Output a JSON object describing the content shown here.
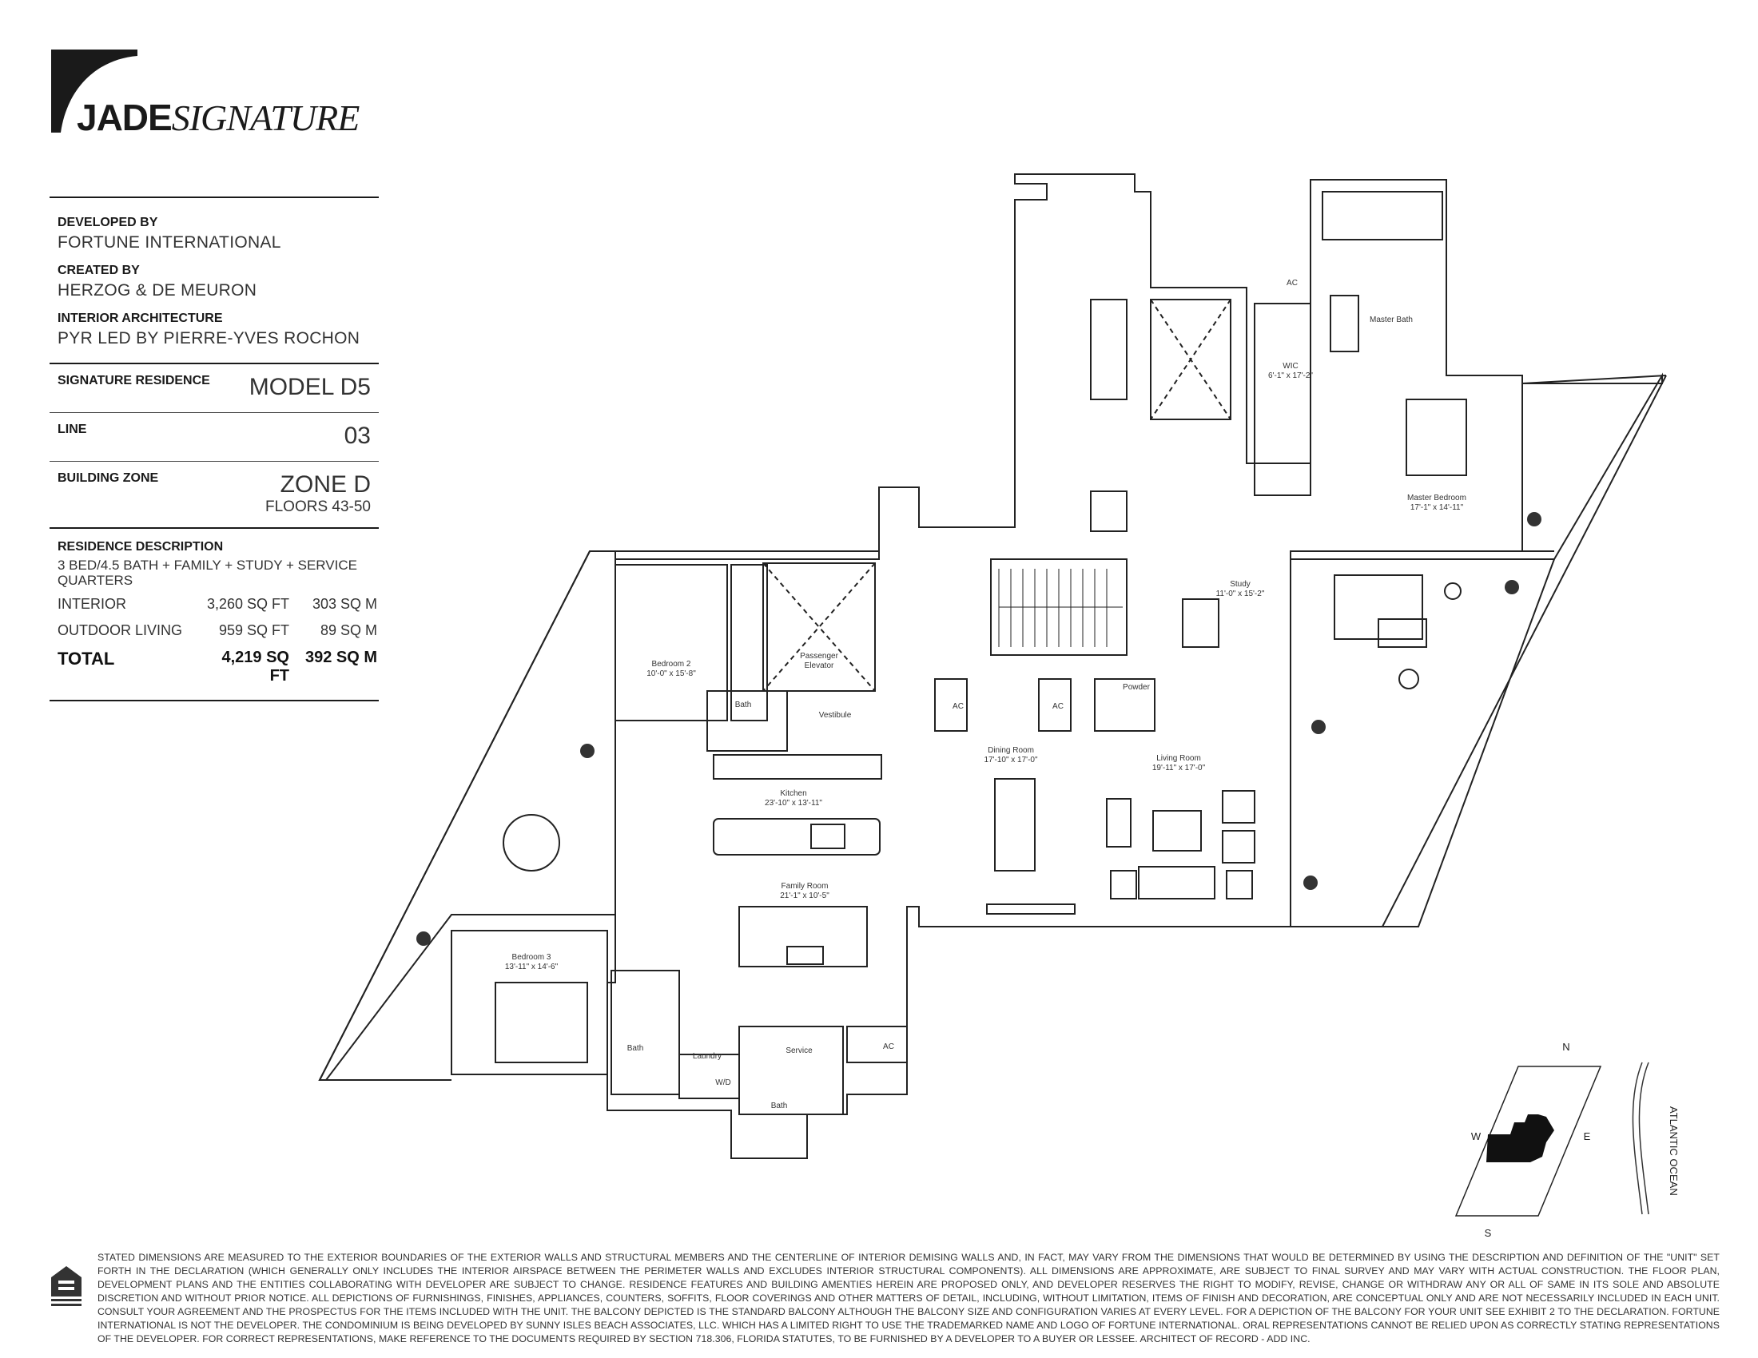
{
  "brand": {
    "name_bold": "JADE",
    "name_script": "SIGNATURE"
  },
  "credits": [
    {
      "label": "DEVELOPED BY",
      "value": "FORTUNE INTERNATIONAL"
    },
    {
      "label": "CREATED BY",
      "value": "HERZOG & DE MEURON"
    },
    {
      "label": "INTERIOR ARCHITECTURE",
      "value": "PYR LED BY PIERRE-YVES ROCHON"
    }
  ],
  "residence": {
    "label": "SIGNATURE RESIDENCE",
    "value": "MODEL D5"
  },
  "line": {
    "label": "LINE",
    "value": "03"
  },
  "zone": {
    "label": "BUILDING ZONE",
    "value": "ZONE D",
    "floors": "FLOORS 43-50"
  },
  "description": {
    "label": "RESIDENCE DESCRIPTION",
    "text": "3 BED/4.5 BATH + FAMILY + STUDY + SERVICE QUARTERS",
    "rows": [
      {
        "name": "INTERIOR",
        "sqft": "3,260 SQ FT",
        "sqm": "303 SQ M"
      },
      {
        "name": "OUTDOOR LIVING",
        "sqft": "959 SQ FT",
        "sqm": "89 SQ M"
      }
    ],
    "total": {
      "name": "TOTAL",
      "sqft": "4,219 SQ FT",
      "sqm": "392 SQ M"
    }
  },
  "rooms": {
    "bedroom2": {
      "name": "Bedroom 2",
      "dims": "10'-0\" x 15'-8\""
    },
    "elevator": {
      "name": "Passenger",
      "name2": "Elevator"
    },
    "bath_b2": "Bath",
    "vestibule": "Vestibule",
    "kitchen": {
      "name": "Kitchen",
      "dims": "23'-10\" x 13'-11\""
    },
    "family": {
      "name": "Family Room",
      "dims": "21'-1\" x 10'-5\""
    },
    "bedroom3": {
      "name": "Bedroom 3",
      "dims": "13'-11\" x 14'-6\""
    },
    "bath_b3": "Bath",
    "laundry": "Laundry",
    "wd": "W/D",
    "service": "Service",
    "bath_service": "Bath",
    "ac_service": "AC",
    "dining": {
      "name": "Dining Room",
      "dims": "17'-10\" x 17'-0\""
    },
    "living": {
      "name": "Living Room",
      "dims": "19'-11\" x 17'-0\""
    },
    "study": {
      "name": "Study",
      "dims": "11'-0\" x 15'-2\""
    },
    "powder": "Powder",
    "ac1": "AC",
    "ac2": "AC",
    "ac_master": "AC",
    "wic": {
      "name": "WIC",
      "dims": "6'-1\" x 17'-2\""
    },
    "master_bath": "Master Bath",
    "master_bed": {
      "name": "Master Bedroom",
      "dims": "17'-1\" x 14'-11\""
    }
  },
  "compass": {
    "n": "N",
    "s": "S",
    "e": "E",
    "w": "W",
    "ocean": "ATLANTIC OCEAN"
  },
  "disclaimer": "STATED DIMENSIONS ARE MEASURED TO THE EXTERIOR BOUNDARIES OF THE EXTERIOR WALLS AND STRUCTURAL MEMBERS AND THE CENTERLINE OF INTERIOR DEMISING WALLS AND, IN FACT, MAY VARY FROM THE DIMENSIONS THAT WOULD BE DETERMINED BY USING THE DESCRIPTION AND DEFINITION OF THE \"UNIT\" SET FORTH IN THE DECLARATION (WHICH GENERALLY ONLY INCLUDES THE INTERIOR AIRSPACE BETWEEN THE PERIMETER WALLS AND EXCLUDES INTERIOR STRUCTURAL COMPONENTS). ALL DIMENSIONS ARE APPROXIMATE, ARE SUBJECT TO FINAL SURVEY AND MAY VARY WITH ACTUAL CONSTRUCTION. THE FLOOR PLAN, DEVELOPMENT PLANS AND THE ENTITIES COLLABORATING WITH DEVELOPER ARE SUBJECT TO CHANGE. RESIDENCE FEATURES AND BUILDING AMENTIES HEREIN ARE PROPOSED ONLY, AND DEVELOPER RESERVES THE RIGHT TO MODIFY, REVISE, CHANGE OR WITHDRAW ANY OR ALL OF SAME IN ITS SOLE AND ABSOLUTE DISCRETION AND WITHOUT PRIOR NOTICE. ALL DEPICTIONS OF FURNISHINGS, FINISHES, APPLIANCES, COUNTERS, SOFFITS, FLOOR COVERINGS AND OTHER MATTERS OF DETAIL, INCLUDING, WITHOUT LIMITATION, ITEMS OF FINISH AND DECORATION, ARE CONCEPTUAL ONLY AND ARE NOT NECESSARILY INCLUDED IN EACH UNIT. CONSULT YOUR AGREEMENT AND THE PROSPECTUS FOR THE ITEMS INCLUDED WITH THE UNIT. THE BALCONY DEPICTED IS THE STANDARD BALCONY ALTHOUGH THE BALCONY SIZE AND CONFIGURATION VARIES AT EVERY LEVEL. FOR A DEPICTION OF THE BALCONY FOR YOUR UNIT SEE EXHIBIT 2 TO THE DECLARATION. FORTUNE INTERNATIONAL IS NOT THE DEVELOPER. THE CONDOMINIUM IS BEING DEVELOPED BY SUNNY ISLES BEACH ASSOCIATES, LLC. WHICH HAS A LIMITED RIGHT TO USE THE TRADEMARKED NAME AND LOGO OF FORTUNE INTERNATIONAL. ORAL REPRESENTATIONS CANNOT BE RELIED UPON AS CORRECTLY STATING REPRESENTATIONS OF THE DEVELOPER. FOR CORRECT REPRESENTATIONS, MAKE REFERENCE TO THE DOCUMENTS REQUIRED BY SECTION 718.306, FLORIDA STATUTES, TO BE FURNISHED BY A DEVELOPER TO A BUYER OR LESSEE. ARCHITECT OF RECORD - ADD INC."
}
